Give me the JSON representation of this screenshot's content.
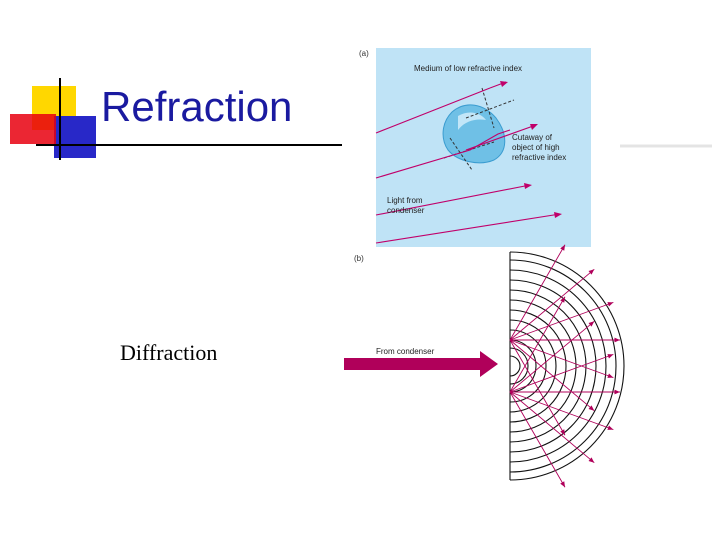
{
  "slide": {
    "title": "Refraction",
    "subtitle": "Diffraction"
  },
  "panel_a": {
    "label": "(a)",
    "medium_label": "Medium of low refractive index",
    "object_label_line1": "Cutaway of",
    "object_label_line2": "object of high",
    "object_label_line3": "refractive index",
    "light_label_line1": "Light from",
    "light_label_line2": "condenser",
    "background_color": "#bfe3f6"
  },
  "panel_b": {
    "label": "(b)",
    "arrow_label": "From condenser",
    "arrow_color": "#b0005a",
    "ray_color": "#b0005a"
  },
  "colors": {
    "title": "#1a1aa0",
    "decor_yellow": "#ffd700",
    "decor_red": "#e8000f",
    "decor_blue": "#2828c8"
  }
}
